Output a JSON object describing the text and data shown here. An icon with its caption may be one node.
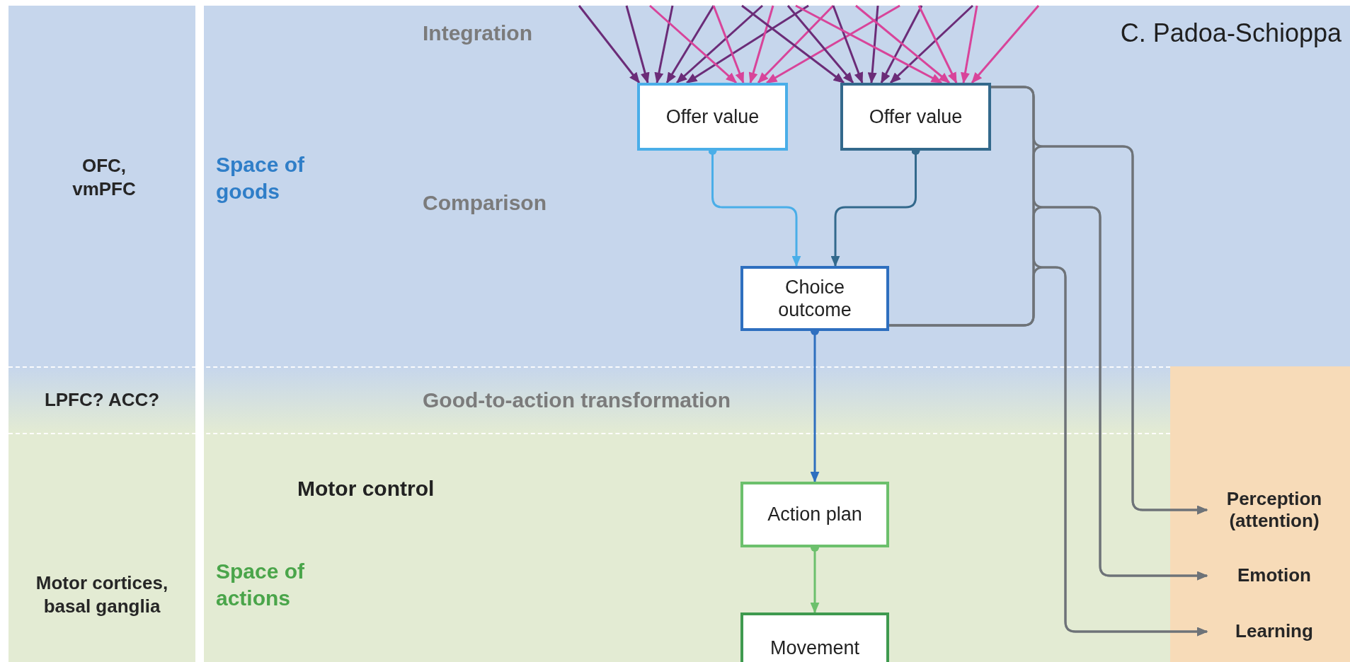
{
  "diagram": {
    "nodes": [
      {
        "text": [
          "Offer value"
        ]
      },
      {
        "text": [
          "Offer value"
        ]
      },
      {
        "text": [
          "Choice outcome"
        ]
      },
      {
        "text": [
          "Action plan"
        ]
      },
      {
        "text": [
          "Movement"
        ]
      },
      {
        "text": [
          "Perception (attention)"
        ]
      },
      {
        "text": [
          "Emotion"
        ]
      },
      {
        "text": [
          "Learning"
        ]
      }
    ],
    "edges": [
      {
        "from": null,
        "to": 0,
        "arrow": "to",
        "color": "#6b2c78"
      },
      {
        "from": null,
        "to": 0,
        "arrow": "to",
        "color": "#6b2c78"
      },
      {
        "from": null,
        "to": 0,
        "arrow": "to",
        "color": "#6b2c78"
      },
      {
        "from": null,
        "to": 0,
        "arrow": "to",
        "color": "#6b2c78"
      },
      {
        "from": null,
        "to": 0,
        "arrow": "to",
        "color": "#6b2c78"
      },
      {
        "from": null,
        "to": 0,
        "arrow": "to",
        "color": "#6b2c78"
      },
      {
        "from": null,
        "to": 0,
        "arrow": "to",
        "color": "#d8449a"
      },
      {
        "from": null,
        "to": 0,
        "arrow": "to",
        "color": "#d8449a"
      },
      {
        "from": null,
        "to": 0,
        "arrow": "to",
        "color": "#d8449a"
      },
      {
        "from": null,
        "to": 0,
        "arrow": "to",
        "color": "#d8449a"
      },
      {
        "from": null,
        "to": 0,
        "arrow": "to",
        "color": "#d8449a"
      },
      {
        "from": null,
        "to": 1,
        "arrow": "to",
        "color": "#6b2c78"
      },
      {
        "from": null,
        "to": 1,
        "arrow": "to",
        "color": "#6b2c78"
      },
      {
        "from": null,
        "to": 1,
        "arrow": "to",
        "color": "#6b2c78"
      },
      {
        "from": null,
        "to": 1,
        "arrow": "to",
        "color": "#6b2c78"
      },
      {
        "from": null,
        "to": 1,
        "arrow": "to",
        "color": "#6b2c78"
      },
      {
        "from": null,
        "to": 1,
        "arrow": "to",
        "color": "#6b2c78"
      },
      {
        "from": null,
        "to": 1,
        "arrow": "to",
        "color": "#d8449a"
      },
      {
        "from": null,
        "to": 1,
        "arrow": "to",
        "color": "#d8449a"
      },
      {
        "from": null,
        "to": 1,
        "arrow": "to",
        "color": "#d8449a"
      },
      {
        "from": null,
        "to": 1,
        "arrow": "to",
        "color": "#d8449a"
      },
      {
        "from": null,
        "to": 1,
        "arrow": "to",
        "color": "#d8449a"
      },
      {
        "from": 0,
        "to": 2,
        "arrow": "to",
        "color": "#4aaee8"
      },
      {
        "from": 1,
        "to": 2,
        "arrow": "to",
        "color": "#33698c"
      },
      {
        "from": 2,
        "to": 3,
        "arrow": "to",
        "color": "#2e6fbf"
      },
      {
        "from": 3,
        "to": 4,
        "arrow": "to",
        "color": "#6cc06c"
      },
      {
        "from": 1,
        "to": 5,
        "arrow": "to"
      },
      {
        "from": 1,
        "to": 6,
        "arrow": "to"
      },
      {
        "from": 1,
        "to": 7,
        "arrow": "to"
      },
      {
        "from": 2,
        "to": 5,
        "arrow": "to"
      },
      {
        "from": 2,
        "to": 6,
        "arrow": "to"
      },
      {
        "from": 2,
        "to": 7,
        "arrow": "to"
      }
    ],
    "labels": [
      "Integration",
      "C. Padoa-Schioppa",
      "OFC, vmPFC",
      "Space of goods",
      "Comparison",
      "LPFC? ACC?",
      "Good-to-action transformation",
      "Motor control",
      "Motor cortices, basal ganglia",
      "Space of actions"
    ]
  }
}
